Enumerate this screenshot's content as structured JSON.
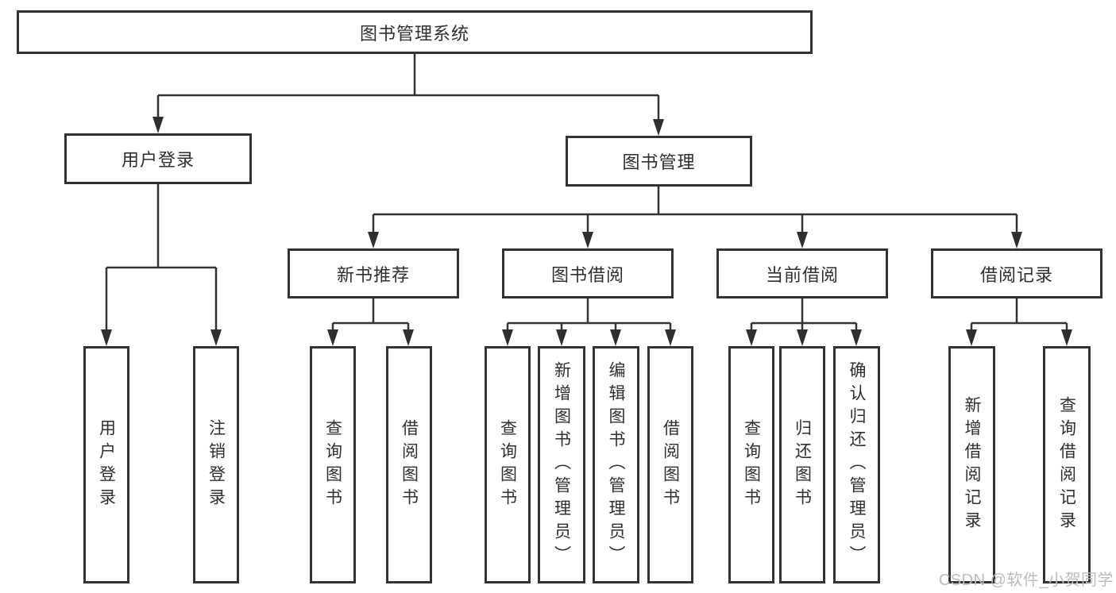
{
  "diagram": {
    "root": {
      "label": "图书管理系统"
    },
    "level2": [
      {
        "label": "用户登录"
      },
      {
        "label": "图书管理"
      }
    ],
    "level3": [
      {
        "label": "新书推荐"
      },
      {
        "label": "图书借阅"
      },
      {
        "label": "当前借阅"
      },
      {
        "label": "借阅记录"
      }
    ],
    "leaves": [
      {
        "label": "用户登录"
      },
      {
        "label": "注销登录"
      },
      {
        "label": "查询图书"
      },
      {
        "label": "借阅图书"
      },
      {
        "label": "查询图书"
      },
      {
        "label": "新增图书（管理员）"
      },
      {
        "label": "编辑图书（管理员）"
      },
      {
        "label": "借阅图书"
      },
      {
        "label": "查询图书"
      },
      {
        "label": "归还图书"
      },
      {
        "label": "确认归还（管理员）"
      },
      {
        "label": "新增借阅记录"
      },
      {
        "label": "查询借阅记录"
      }
    ]
  },
  "colors": {
    "line": "#333333",
    "arrow": "#2f2f2f",
    "text": "#2f2f2f",
    "watermark": "#bcbcbc",
    "background": "#ffffff"
  },
  "watermark": {
    "text": "CSDN @软件_小贺同学"
  }
}
